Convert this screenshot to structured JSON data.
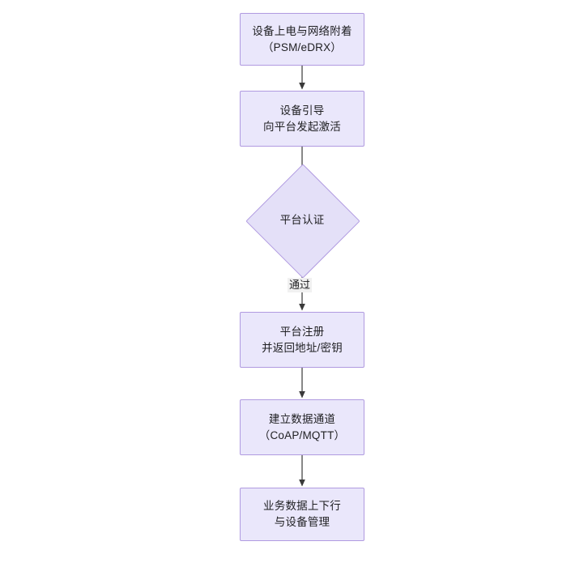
{
  "diagram": {
    "type": "flowchart",
    "orientation": "top-to-bottom",
    "theme": {
      "node_fill": "#eae7fb",
      "node_border": "#b09ae0",
      "decision_fill": "#e4e0f8",
      "edge_color": "#3a3a3a",
      "text_color": "#1f1f22",
      "background": "#ffffff"
    },
    "nodes": [
      {
        "id": "n1",
        "shape": "rectangle",
        "line1": "设备上电与网络附着",
        "line2": "（PSM/eDRX）",
        "text": "设备上电与网络附着\n（PSM/eDRX）"
      },
      {
        "id": "n2",
        "shape": "rectangle",
        "line1": "设备引导",
        "line2": "向平台发起激活",
        "text": "设备引导\n向平台发起激活"
      },
      {
        "id": "n3",
        "shape": "diamond",
        "line1": "平台认证",
        "line2": "",
        "text": "平台认证"
      },
      {
        "id": "n4",
        "shape": "rectangle",
        "line1": "平台注册",
        "line2": "并返回地址/密钥",
        "text": "平台注册\n并返回地址/密钥"
      },
      {
        "id": "n5",
        "shape": "rectangle",
        "line1": "建立数据通道",
        "line2": "（CoAP/MQTT）",
        "text": "建立数据通道\n（CoAP/MQTT）"
      },
      {
        "id": "n6",
        "shape": "rectangle",
        "line1": "业务数据上下行",
        "line2": "与设备管理",
        "text": "业务数据上下行\n与设备管理"
      }
    ],
    "edges": [
      {
        "id": "e1",
        "from": "n1",
        "to": "n2",
        "label": ""
      },
      {
        "id": "e2",
        "from": "n2",
        "to": "n3",
        "label": ""
      },
      {
        "id": "e3",
        "from": "n3",
        "to": "n4",
        "label": "通过"
      },
      {
        "id": "e4",
        "from": "n4",
        "to": "n5",
        "label": ""
      },
      {
        "id": "e5",
        "from": "n5",
        "to": "n6",
        "label": ""
      }
    ]
  }
}
